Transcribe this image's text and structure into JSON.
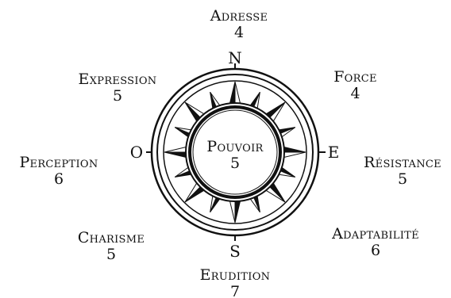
{
  "compass": {
    "north": "N",
    "south": "S",
    "east": "E",
    "west": "O"
  },
  "stats": {
    "adresse": {
      "label": "Adresse",
      "value": "4"
    },
    "force": {
      "label": "Force",
      "value": "4"
    },
    "resistance": {
      "label": "Résistance",
      "value": "5"
    },
    "adaptabilite": {
      "label": "Adaptabilité",
      "value": "6"
    },
    "erudition": {
      "label": "Erudition",
      "value": "7"
    },
    "charisme": {
      "label": "Charisme",
      "value": "5"
    },
    "perception": {
      "label": "Perception",
      "value": "6"
    },
    "expression": {
      "label": "Expression",
      "value": "5"
    },
    "pouvoir": {
      "label": "Pouvoir",
      "value": "5"
    }
  }
}
